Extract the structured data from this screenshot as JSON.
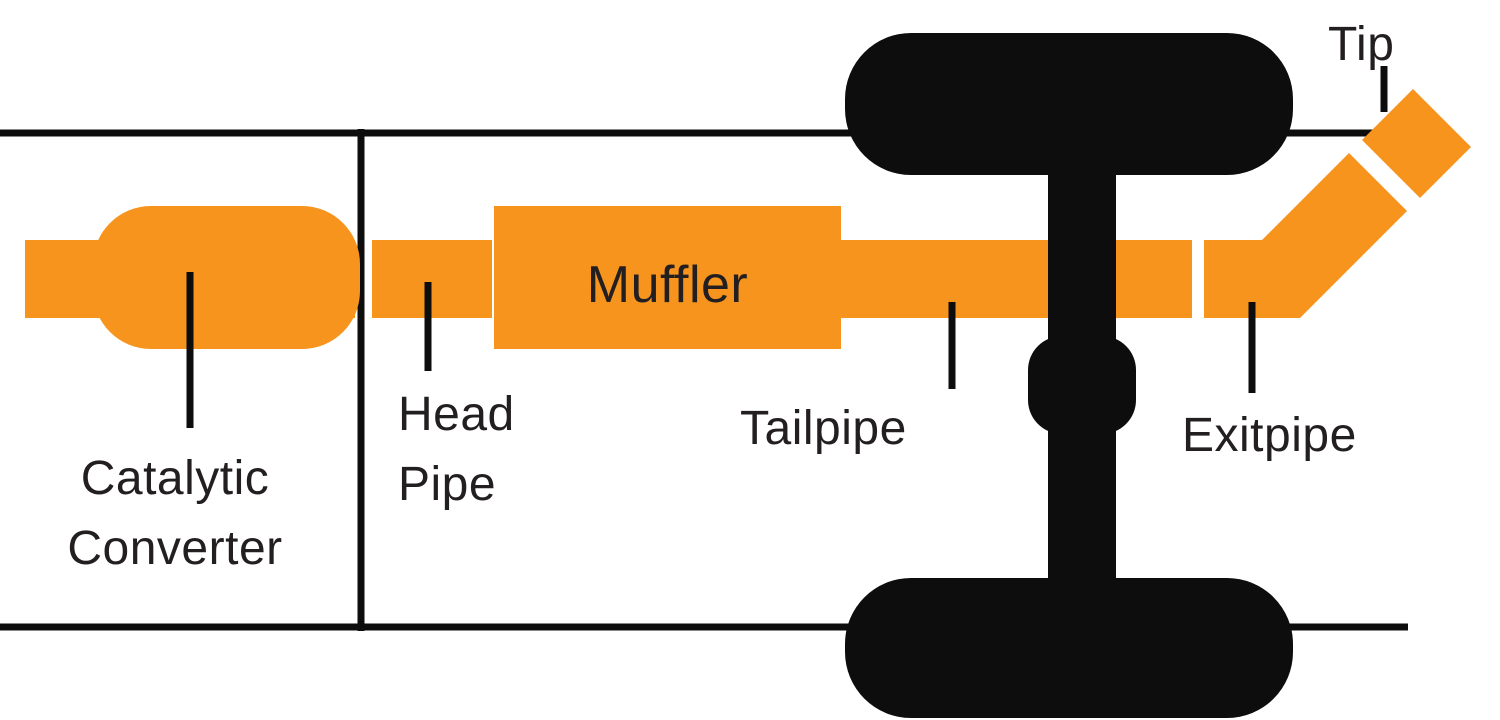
{
  "colors": {
    "pipe_orange": "#F7941E",
    "chassis_black": "#0D0D0D",
    "text_black": "#231F20",
    "background": "#FFFFFF"
  },
  "labels": {
    "catalytic_converter": {
      "line1": "Catalytic",
      "line2": "Converter"
    },
    "head_pipe": {
      "line1": "Head",
      "line2": "Pipe"
    },
    "muffler": "Muffler",
    "tailpipe": "Tailpipe",
    "exitpipe": "Exitpipe",
    "tip": "Tip"
  }
}
